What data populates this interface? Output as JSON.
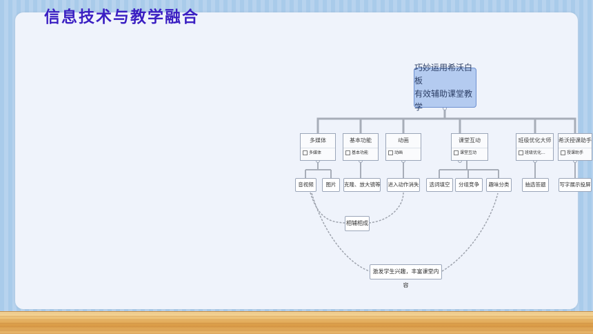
{
  "slide": {
    "title": "信息技术与教学融合"
  },
  "mindmap": {
    "root": {
      "line1": "巧妙运用希沃白板",
      "line2": "有效辅助课堂教学"
    },
    "categories": [
      {
        "title": "多媒体",
        "note": "多媒体"
      },
      {
        "title": "基本功能",
        "note": "基本功能"
      },
      {
        "title": "动画",
        "note": "动画"
      },
      {
        "title": "课堂互动",
        "note": "课堂互动"
      },
      {
        "title": "班级优化大师",
        "note": "班级优化..."
      },
      {
        "title": "希沃授课助手",
        "note": "授课助手"
      }
    ],
    "leaves": [
      "音视频",
      "图片",
      "克隆、放大镜等",
      "进入动作消失",
      "选词填空",
      "分组竞争",
      "趣味分类",
      "抽选答题",
      "写字展示投屏"
    ],
    "relations": {
      "mutual": "相辅相成",
      "goal": "激发学生兴趣，丰富课堂内容"
    }
  },
  "colors": {
    "title": "#3a1fc2",
    "root_fill": "#b4cbf0",
    "connector": "#a7adb8"
  }
}
